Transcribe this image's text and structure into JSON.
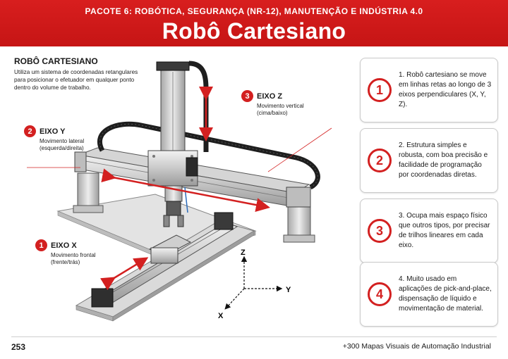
{
  "header": {
    "pack": "PACOTE 6: ROBÓTICA, SEGURANÇA (NR-12), MANUTENÇÃO E INDÚSTRIA 4.0",
    "title": "Robô Cartesiano"
  },
  "intro": {
    "heading": "ROBÔ CARTESIANO",
    "text": "Utiliza um sistema de coordenadas retangulares para posicionar o efetuador em qualquer ponto dentro do volume de trabalho."
  },
  "axes": [
    {
      "num": "3",
      "name": "EIXO Z",
      "desc_lines": [
        "Movimento vertical",
        "(cima/baixo)"
      ]
    },
    {
      "num": "2",
      "name": "EIXO Y",
      "desc_lines": [
        "Movimento lateral",
        "(esquerda/direita)"
      ]
    },
    {
      "num": "1",
      "name": "EIXO X",
      "desc_lines": [
        "Movimento frontal",
        "(frente/trás)"
      ]
    }
  ],
  "coord_axes": {
    "z": "Z",
    "y": "Y",
    "x": "X"
  },
  "cards": [
    {
      "num": "1",
      "text": "1. Robô cartesiano se move em linhas retas ao longo de 3 eixos perpendiculares (X, Y, Z)."
    },
    {
      "num": "2",
      "text": "2. Estrutura simples e robusta, com boa precisão e facilidade de programação por coordenadas diretas."
    },
    {
      "num": "3",
      "text": "3. Ocupa mais espaço físico que outros tipos, por precisar de trilhos lineares em cada eixo."
    },
    {
      "num": "4",
      "text": "4. Muito usado em aplicações de pick-and-place, dispensação de líquido e movimentação de material."
    }
  ],
  "footer": {
    "page": "253",
    "book": "+300 Mapas Visuais de Automação Industrial"
  },
  "colors": {
    "accent": "#d32020",
    "header": "#c61515"
  }
}
